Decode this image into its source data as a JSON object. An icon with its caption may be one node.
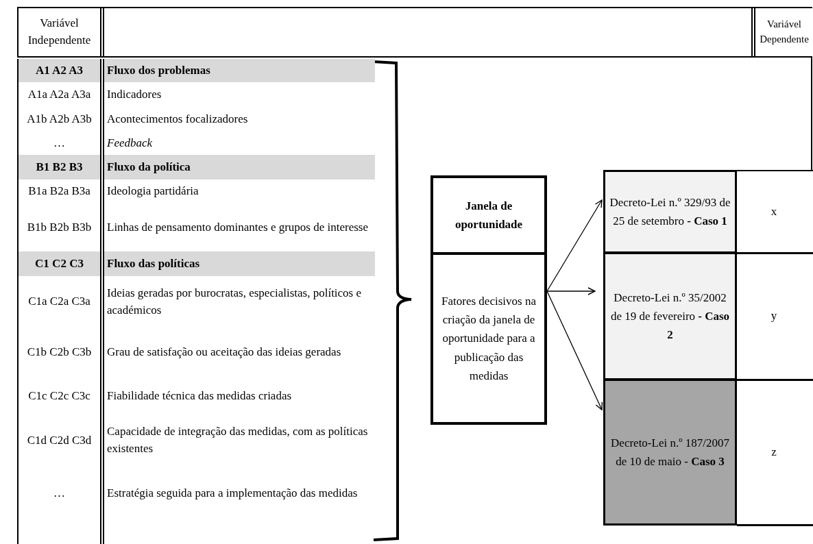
{
  "diagram": {
    "nodes": [
      {
        "text": [
          "Janela de oportunidade"
        ]
      },
      {
        "text": [
          "Fatores decisivos na criação da janela de oportunidade para a publicação das medidas"
        ]
      },
      {
        "text": [
          "Decreto-Lei n.º 329/93 de 25 de setembro **- Caso 1**"
        ]
      },
      {
        "text": [
          "Decreto-Lei n.º 35/2002 de 19 de fevereiro **- Caso 2**"
        ]
      },
      {
        "text": [
          "Decreto-Lei n.º 187/2007 de 10 de maio - **Caso 3**"
        ]
      }
    ],
    "edges": [
      {
        "from": 1,
        "to": 2,
        "arrow": "to"
      },
      {
        "from": 1,
        "to": 3,
        "arrow": "to"
      },
      {
        "from": 1,
        "to": 4,
        "arrow": "to"
      }
    ],
    "labels": [
      "Variável Independente",
      "Variável Dependente",
      "A1 A2 A3",
      "Fluxo dos problemas",
      "A1a A2a A3a",
      "Indicadores",
      "A1b A2b A3b",
      "Acontecimentos focalizadores",
      "…",
      "Feedback",
      "B1 B2 B3",
      "Fluxo da política",
      "B1a B2a B3a",
      "Ideologia partidária",
      "B1b B2b B3b",
      "Linhas de pensamento dominantes e grupos de interesse",
      "C1 C2 C3",
      "Fluxo das políticas",
      "C1a C2a C3a",
      "Ideias geradas por burocratas, especialistas, políticos e académicos",
      "C1b C2b C3b",
      "Grau de satisfação ou aceitação das ideias geradas",
      "C1c C2c C3c",
      "Fiabilidade técnica das medidas criadas",
      "C1d C2d C3d",
      "Capacidade de integração das medidas, com as políticas existentes",
      "…",
      "Estratégia seguida para a implementação das medidas",
      "x",
      "y",
      "z"
    ]
  }
}
